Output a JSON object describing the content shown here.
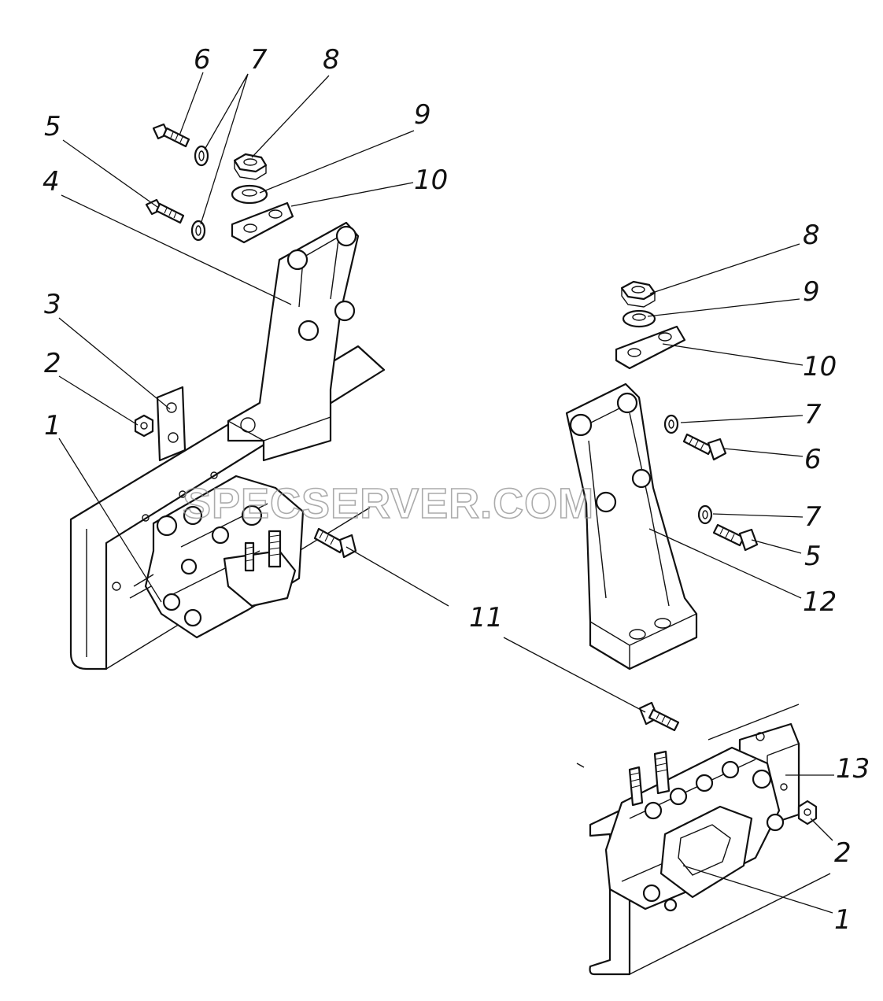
{
  "watermark": "SPECSERVER.COM",
  "callouts": [
    {
      "id": "c6a",
      "text": "6"
    },
    {
      "id": "c7a",
      "text": "7"
    },
    {
      "id": "c8a",
      "text": "8"
    },
    {
      "id": "c9a",
      "text": "9"
    },
    {
      "id": "c10a",
      "text": "10"
    },
    {
      "id": "c5a",
      "text": "5"
    },
    {
      "id": "c4",
      "text": "4"
    },
    {
      "id": "c3",
      "text": "3"
    },
    {
      "id": "c2a",
      "text": "2"
    },
    {
      "id": "c1a",
      "text": "1"
    },
    {
      "id": "c11",
      "text": "11"
    },
    {
      "id": "c8b",
      "text": "8"
    },
    {
      "id": "c9b",
      "text": "9"
    },
    {
      "id": "c10b",
      "text": "10"
    },
    {
      "id": "c7b",
      "text": "7"
    },
    {
      "id": "c6b",
      "text": "6"
    },
    {
      "id": "c7c",
      "text": "7"
    },
    {
      "id": "c5b",
      "text": "5"
    },
    {
      "id": "c12",
      "text": "12"
    },
    {
      "id": "c13",
      "text": "13"
    },
    {
      "id": "c2b",
      "text": "2"
    },
    {
      "id": "c1b",
      "text": "1"
    }
  ]
}
